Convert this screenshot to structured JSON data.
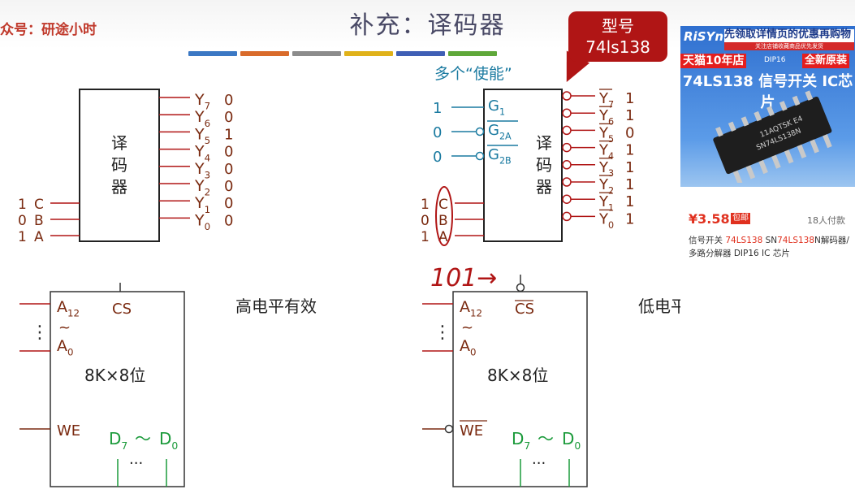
{
  "slide": {
    "title": "补充：译码器",
    "watermark": "众号：研途小时",
    "stripe_colors": [
      "#3b78c4",
      "#d96b2b",
      "#8c8c8c",
      "#e0b21a",
      "#3f5fb5",
      "#5fa83a"
    ]
  },
  "callout": {
    "line1": "型号",
    "line2": "74ls138",
    "color": "#b01515"
  },
  "enable_note": "多个“使能”",
  "decoder_left": {
    "body_label": [
      "译",
      "码",
      "器"
    ],
    "inputs": [
      {
        "value": "1",
        "name": "C"
      },
      {
        "value": "0",
        "name": "B"
      },
      {
        "value": "1",
        "name": "A"
      }
    ],
    "outputs": [
      {
        "name": "Y",
        "sub": "7",
        "value": "0"
      },
      {
        "name": "Y",
        "sub": "6",
        "value": "0"
      },
      {
        "name": "Y",
        "sub": "5",
        "value": "1"
      },
      {
        "name": "Y",
        "sub": "4",
        "value": "0"
      },
      {
        "name": "Y",
        "sub": "3",
        "value": "0"
      },
      {
        "name": "Y",
        "sub": "2",
        "value": "0"
      },
      {
        "name": "Y",
        "sub": "1",
        "value": "0"
      },
      {
        "name": "Y",
        "sub": "0",
        "value": "0"
      }
    ]
  },
  "decoder_right": {
    "body_label": [
      "译",
      "码",
      "器"
    ],
    "enables": [
      {
        "value": "1",
        "name": "G",
        "sub": "1",
        "overline": false
      },
      {
        "value": "0",
        "name": "G",
        "sub": "2A",
        "overline": true
      },
      {
        "value": "0",
        "name": "G",
        "sub": "2B",
        "overline": true
      }
    ],
    "inputs": [
      {
        "value": "1",
        "name": "C"
      },
      {
        "value": "0",
        "name": "B"
      },
      {
        "value": "1",
        "name": "A"
      }
    ],
    "outputs": [
      {
        "name": "Y",
        "sub": "7",
        "value": "1"
      },
      {
        "name": "Y",
        "sub": "6",
        "value": "1"
      },
      {
        "name": "Y",
        "sub": "5",
        "value": "0"
      },
      {
        "name": "Y",
        "sub": "4",
        "value": "1"
      },
      {
        "name": "Y",
        "sub": "3",
        "value": "1"
      },
      {
        "name": "Y",
        "sub": "2",
        "value": "1"
      },
      {
        "name": "Y",
        "sub": "1",
        "value": "1"
      },
      {
        "name": "Y",
        "sub": "0",
        "value": "1"
      }
    ],
    "handwriting": "101→"
  },
  "memory_left": {
    "addr_high": "A",
    "addr_high_sub": "12",
    "tilde": "~",
    "addr_low": "A",
    "addr_low_sub": "0",
    "cs": "CS",
    "size": "8K×8位",
    "we": "WE",
    "data_hi": "D",
    "data_hi_sub": "7",
    "data_sep": "～",
    "data_lo": "D",
    "data_lo_sub": "0",
    "dots": "···",
    "caption": "高电平有效"
  },
  "memory_right": {
    "addr_high": "A",
    "addr_high_sub": "12",
    "tilde": "~",
    "addr_low": "A",
    "addr_low_sub": "0",
    "cs": "CS",
    "size": "8K×8位",
    "we": "WE",
    "data_hi": "D",
    "data_hi_sub": "7",
    "data_sep": "～",
    "data_lo": "D",
    "data_lo_sub": "0",
    "dots": "···",
    "caption": "低电平有效"
  },
  "product_ad": {
    "logo": "RiSYn",
    "banner": "先领取详情页的优惠再购物",
    "banner_sub": "关注店铺收藏商品优先发货",
    "tmall": "天猫10年店",
    "package": "DIP16",
    "new_label": "全新原装",
    "headline": "74LS138 信号开关 IC芯片",
    "chip_marking_1": "11AQTSK E4",
    "chip_marking_2": "SN74LS138N",
    "price": "¥3.58",
    "price_tag": "包邮",
    "sold": "18人付款",
    "desc_parts": [
      "信号开关 ",
      "74LS138",
      " SN",
      "74LS138",
      "N解码器/多路分解器 DIP16 IC 芯片"
    ]
  },
  "colors": {
    "wire": "#b01515",
    "signal_dark": "#7a2a10",
    "enable_blue": "#1a7aa0",
    "data_green": "#1a9a3a",
    "text": "#222222"
  }
}
